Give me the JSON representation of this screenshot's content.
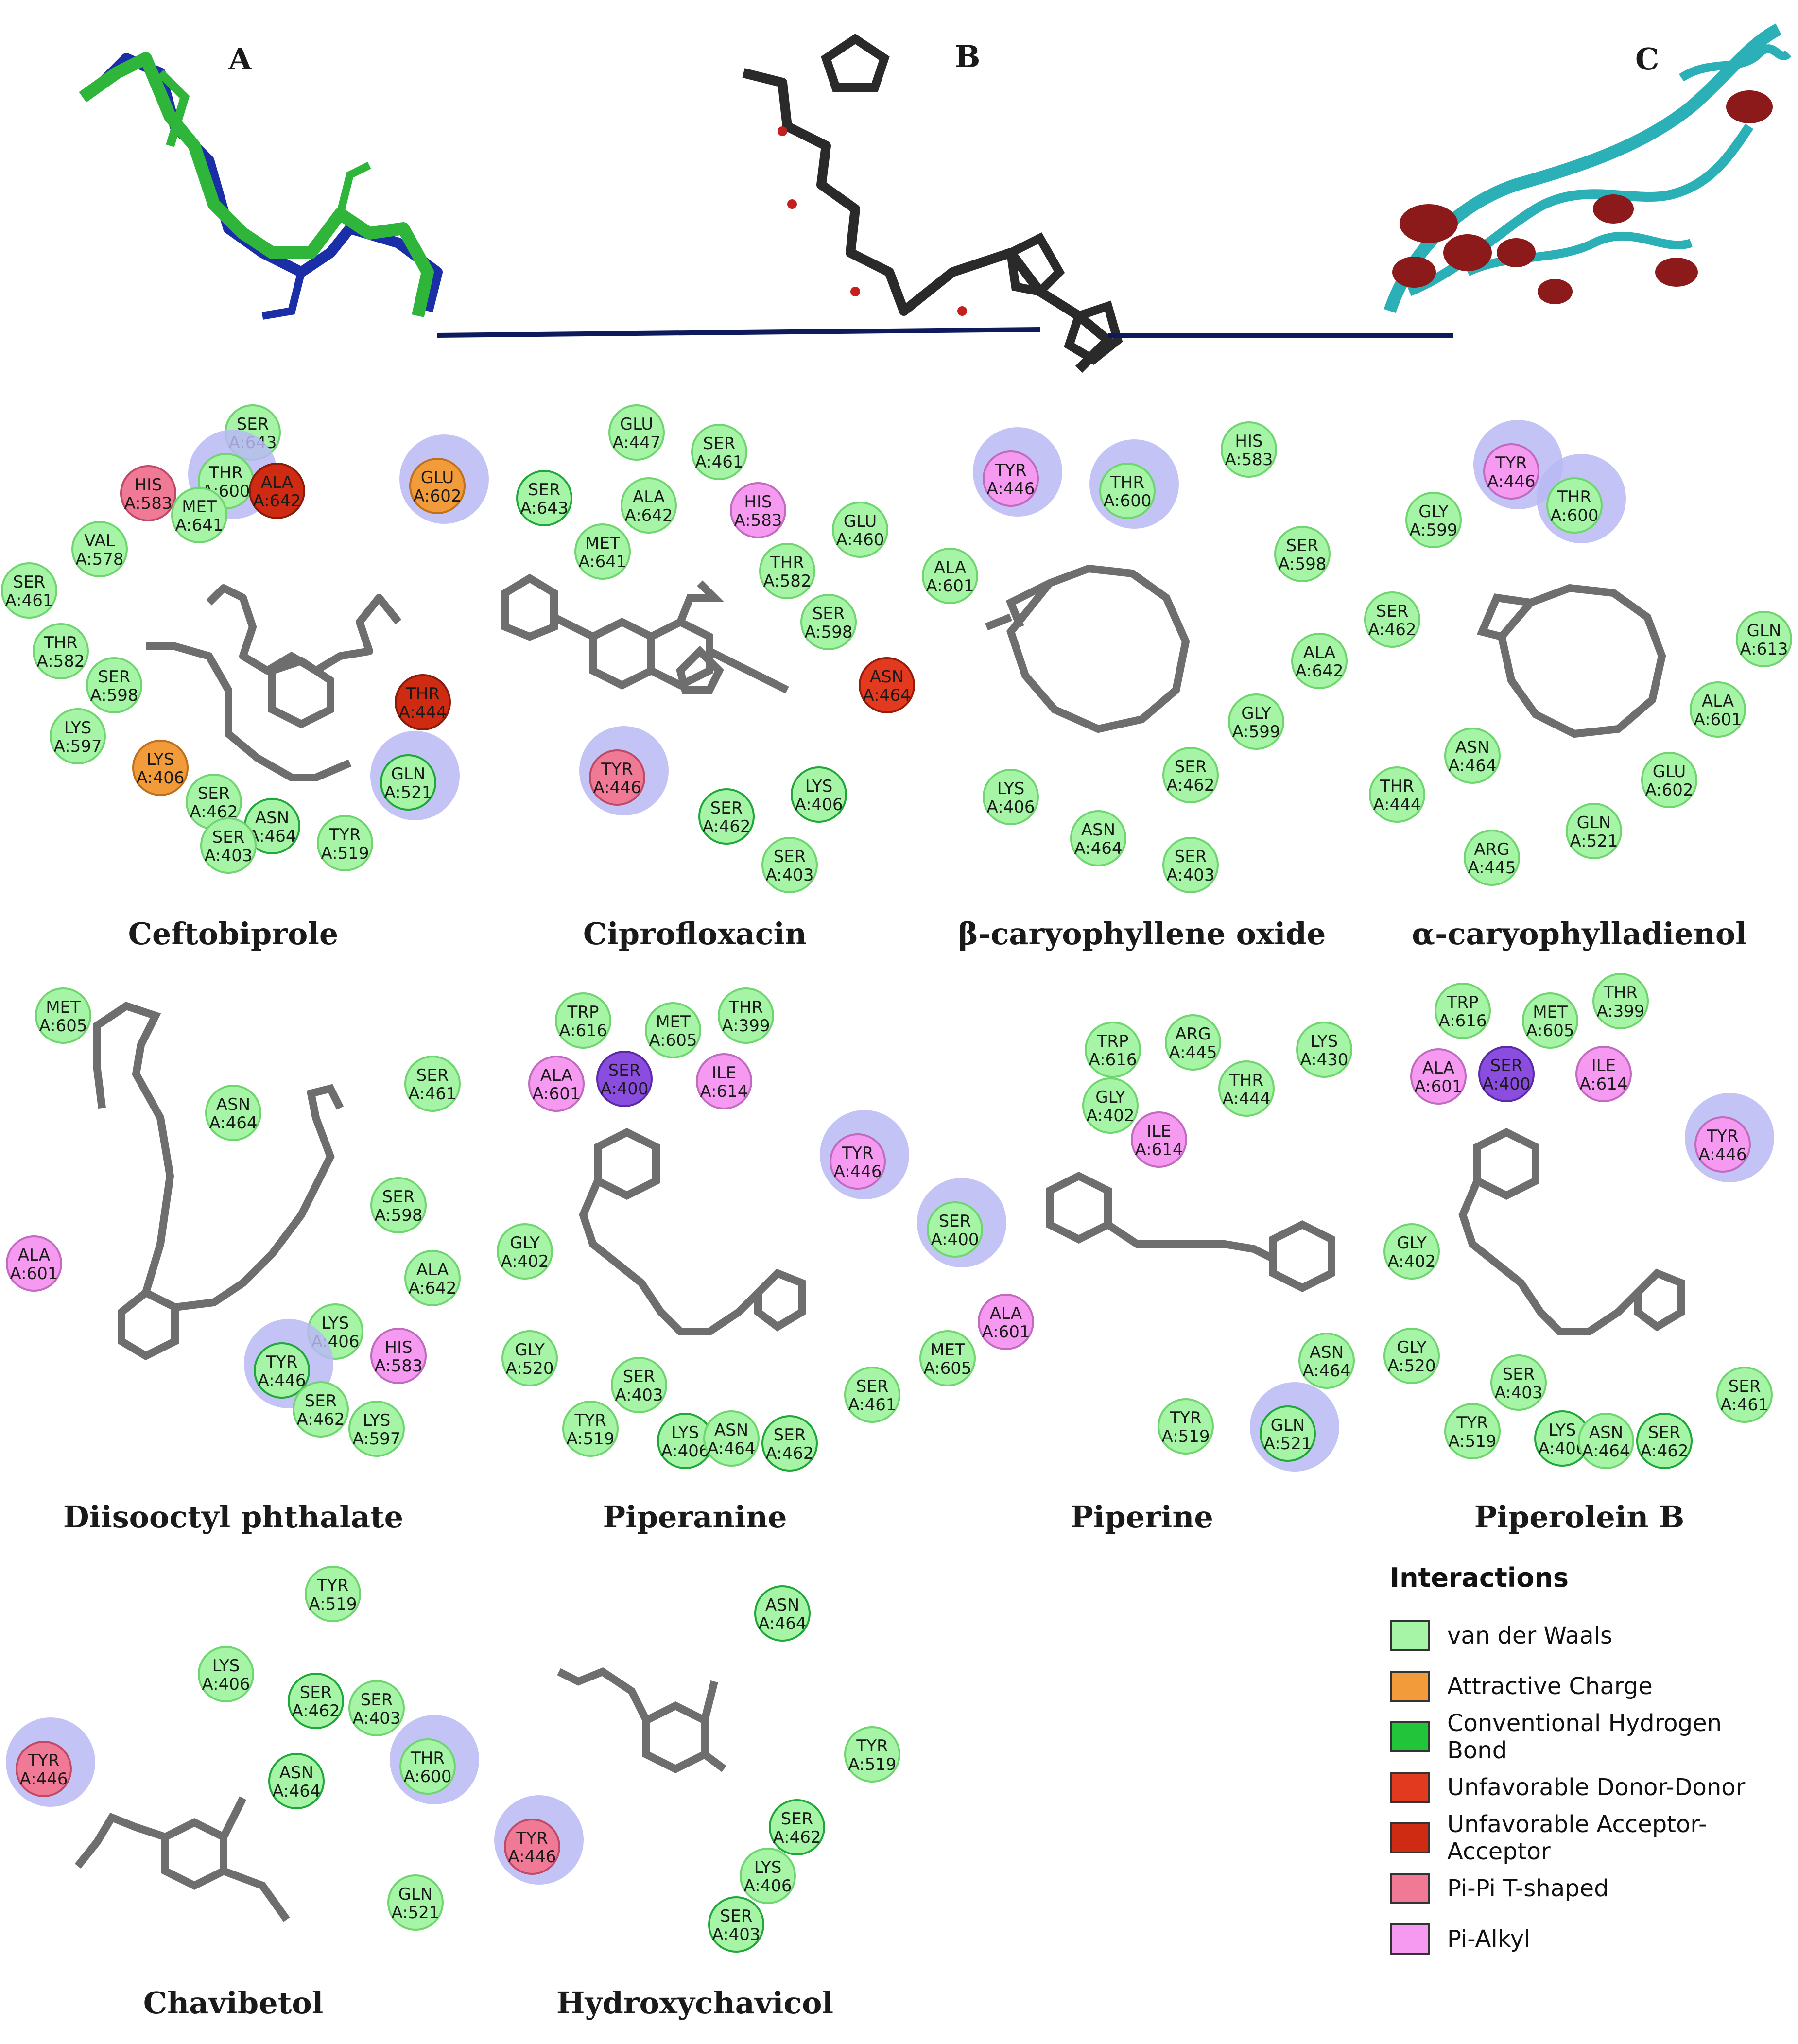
{
  "top_panels": {
    "a_label": "A",
    "b_label": "B",
    "c_label": "C"
  },
  "colors": {
    "van_der_waals": "#a6f5a6",
    "attractive_charge": "#f29b3a",
    "conventional_hbond": "#22c53a",
    "unfavorable_donor_donor": "#e23a1e",
    "unfavorable_acceptor_acceptor": "#cf2b12",
    "pi_pi_t_shaped": "#f07a96",
    "pi_alkyl": "#f59af0",
    "halo": "#b9b9f5",
    "atom_carbon": "#6e6e6e",
    "atom_oxygen": "#d42020",
    "atom_nitrogen": "#7a4dd8",
    "atom_fluorine": "#6ee0f0",
    "arrow": "#0d1a5c"
  },
  "ligands": [
    {
      "name": "Ceftobiprole",
      "residues": [
        {
          "label": [
            "SER",
            "A:643"
          ],
          "type": "vdw"
        },
        {
          "label": [
            "HIS",
            "A:583"
          ],
          "type": "pi_pi"
        },
        {
          "label": [
            "THR",
            "A:600"
          ],
          "type": "vdw",
          "halo": true
        },
        {
          "label": [
            "ALA",
            "A:642"
          ],
          "type": "unfav_aa"
        },
        {
          "label": [
            "MET",
            "A:641"
          ],
          "type": "vdw"
        },
        {
          "label": [
            "GLU",
            "A:602"
          ],
          "type": "charge",
          "halo": true
        },
        {
          "label": [
            "VAL",
            "A:578"
          ],
          "type": "vdw"
        },
        {
          "label": [
            "SER",
            "A:461"
          ],
          "type": "vdw"
        },
        {
          "label": [
            "THR",
            "A:582"
          ],
          "type": "vdw"
        },
        {
          "label": [
            "SER",
            "A:598"
          ],
          "type": "vdw"
        },
        {
          "label": [
            "LYS",
            "A:597"
          ],
          "type": "vdw"
        },
        {
          "label": [
            "THR",
            "A:444"
          ],
          "type": "unfav_aa"
        },
        {
          "label": [
            "LYS",
            "A:406"
          ],
          "type": "charge"
        },
        {
          "label": [
            "GLN",
            "A:521"
          ],
          "type": "hbond",
          "halo": true
        },
        {
          "label": [
            "SER",
            "A:462"
          ],
          "type": "vdw"
        },
        {
          "label": [
            "ASN",
            "A:464"
          ],
          "type": "hbond"
        },
        {
          "label": [
            "SER",
            "A:403"
          ],
          "type": "vdw"
        },
        {
          "label": [
            "TYR",
            "A:519"
          ],
          "type": "vdw"
        }
      ]
    },
    {
      "name": "Ciprofloxacin",
      "residues": [
        {
          "label": [
            "GLU",
            "A:447"
          ],
          "type": "vdw"
        },
        {
          "label": [
            "SER",
            "A:461"
          ],
          "type": "vdw"
        },
        {
          "label": [
            "SER",
            "A:643"
          ],
          "type": "hbond"
        },
        {
          "label": [
            "ALA",
            "A:642"
          ],
          "type": "vdw"
        },
        {
          "label": [
            "HIS",
            "A:583"
          ],
          "type": "pi_alkyl"
        },
        {
          "label": [
            "GLU",
            "A:460"
          ],
          "type": "vdw"
        },
        {
          "label": [
            "MET",
            "A:641"
          ],
          "type": "vdw"
        },
        {
          "label": [
            "THR",
            "A:582"
          ],
          "type": "vdw"
        },
        {
          "label": [
            "SER",
            "A:598"
          ],
          "type": "vdw"
        },
        {
          "label": [
            "ASN",
            "A:464"
          ],
          "type": "unfav_dd"
        },
        {
          "label": [
            "TYR",
            "A:446"
          ],
          "type": "pi_pi",
          "halo": true
        },
        {
          "label": [
            "SER",
            "A:462"
          ],
          "type": "hbond"
        },
        {
          "label": [
            "LYS",
            "A:406"
          ],
          "type": "hbond"
        },
        {
          "label": [
            "SER",
            "A:403"
          ],
          "type": "vdw"
        }
      ]
    },
    {
      "name": "β-caryophyllene oxide",
      "residues": [
        {
          "label": [
            "TYR",
            "A:446"
          ],
          "type": "pi_alkyl",
          "halo": true
        },
        {
          "label": [
            "THR",
            "A:600"
          ],
          "type": "vdw",
          "halo": true
        },
        {
          "label": [
            "HIS",
            "A:583"
          ],
          "type": "vdw"
        },
        {
          "label": [
            "SER",
            "A:598"
          ],
          "type": "vdw"
        },
        {
          "label": [
            "ALA",
            "A:601"
          ],
          "type": "vdw"
        },
        {
          "label": [
            "ALA",
            "A:642"
          ],
          "type": "vdw"
        },
        {
          "label": [
            "GLY",
            "A:599"
          ],
          "type": "vdw"
        },
        {
          "label": [
            "SER",
            "A:462"
          ],
          "type": "vdw"
        },
        {
          "label": [
            "LYS",
            "A:406"
          ],
          "type": "vdw"
        },
        {
          "label": [
            "ASN",
            "A:464"
          ],
          "type": "vdw"
        },
        {
          "label": [
            "SER",
            "A:403"
          ],
          "type": "vdw"
        }
      ]
    },
    {
      "name": "α-caryophylladienol",
      "residues": [
        {
          "label": [
            "TYR",
            "A:446"
          ],
          "type": "pi_alkyl",
          "halo": true
        },
        {
          "label": [
            "THR",
            "A:600"
          ],
          "type": "vdw",
          "halo": true
        },
        {
          "label": [
            "GLY",
            "A:599"
          ],
          "type": "vdw"
        },
        {
          "label": [
            "SER",
            "A:462"
          ],
          "type": "vdw"
        },
        {
          "label": [
            "GLN",
            "A:613"
          ],
          "type": "vdw"
        },
        {
          "label": [
            "ALA",
            "A:601"
          ],
          "type": "vdw"
        },
        {
          "label": [
            "ASN",
            "A:464"
          ],
          "type": "vdw"
        },
        {
          "label": [
            "THR",
            "A:444"
          ],
          "type": "vdw"
        },
        {
          "label": [
            "GLU",
            "A:602"
          ],
          "type": "vdw"
        },
        {
          "label": [
            "ARG",
            "A:445"
          ],
          "type": "vdw"
        },
        {
          "label": [
            "GLN",
            "A:521"
          ],
          "type": "vdw"
        }
      ]
    },
    {
      "name": "Diisooctyl phthalate",
      "residues": [
        {
          "label": [
            "MET",
            "A:605"
          ],
          "type": "vdw"
        },
        {
          "label": [
            "SER",
            "A:461"
          ],
          "type": "vdw"
        },
        {
          "label": [
            "ASN",
            "A:464"
          ],
          "type": "vdw"
        },
        {
          "label": [
            "SER",
            "A:598"
          ],
          "type": "vdw"
        },
        {
          "label": [
            "ALA",
            "A:642"
          ],
          "type": "vdw"
        },
        {
          "label": [
            "ALA",
            "A:601"
          ],
          "type": "pi_alkyl"
        },
        {
          "label": [
            "LYS",
            "A:406"
          ],
          "type": "vdw"
        },
        {
          "label": [
            "HIS",
            "A:583"
          ],
          "type": "pi_alkyl"
        },
        {
          "label": [
            "TYR",
            "A:446"
          ],
          "type": "hbond",
          "halo": true
        },
        {
          "label": [
            "SER",
            "A:462"
          ],
          "type": "vdw"
        },
        {
          "label": [
            "LYS",
            "A:597"
          ],
          "type": "vdw"
        }
      ]
    },
    {
      "name": "Piperanine",
      "residues": [
        {
          "label": [
            "TRP",
            "A:616"
          ],
          "type": "vdw"
        },
        {
          "label": [
            "MET",
            "A:605"
          ],
          "type": "vdw"
        },
        {
          "label": [
            "THR",
            "A:399"
          ],
          "type": "vdw"
        },
        {
          "label": [
            "ALA",
            "A:601"
          ],
          "type": "pi_alkyl"
        },
        {
          "label": [
            "SER",
            "A:400"
          ],
          "type": "pi_alkyl_purple"
        },
        {
          "label": [
            "ILE",
            "A:614"
          ],
          "type": "pi_alkyl"
        },
        {
          "label": [
            "TYR",
            "A:446"
          ],
          "type": "pi_alkyl",
          "halo": true
        },
        {
          "label": [
            "GLY",
            "A:402"
          ],
          "type": "vdw"
        },
        {
          "label": [
            "GLY",
            "A:520"
          ],
          "type": "vdw"
        },
        {
          "label": [
            "SER",
            "A:403"
          ],
          "type": "vdw"
        },
        {
          "label": [
            "SER",
            "A:461"
          ],
          "type": "vdw"
        },
        {
          "label": [
            "TYR",
            "A:519"
          ],
          "type": "vdw"
        },
        {
          "label": [
            "LYS",
            "A:406"
          ],
          "type": "hbond"
        },
        {
          "label": [
            "ASN",
            "A:464"
          ],
          "type": "vdw"
        },
        {
          "label": [
            "SER",
            "A:462"
          ],
          "type": "hbond"
        }
      ]
    },
    {
      "name": "Piperine",
      "residues": [
        {
          "label": [
            "TRP",
            "A:616"
          ],
          "type": "vdw"
        },
        {
          "label": [
            "ARG",
            "A:445"
          ],
          "type": "vdw"
        },
        {
          "label": [
            "LYS",
            "A:430"
          ],
          "type": "vdw"
        },
        {
          "label": [
            "GLY",
            "A:402"
          ],
          "type": "vdw"
        },
        {
          "label": [
            "THR",
            "A:444"
          ],
          "type": "vdw"
        },
        {
          "label": [
            "ILE",
            "A:614"
          ],
          "type": "pi_alkyl"
        },
        {
          "label": [
            "SER",
            "A:400"
          ],
          "type": "vdw",
          "halo": true
        },
        {
          "label": [
            "ALA",
            "A:601"
          ],
          "type": "pi_alkyl"
        },
        {
          "label": [
            "MET",
            "A:605"
          ],
          "type": "vdw"
        },
        {
          "label": [
            "ASN",
            "A:464"
          ],
          "type": "vdw"
        },
        {
          "label": [
            "TYR",
            "A:519"
          ],
          "type": "vdw"
        },
        {
          "label": [
            "GLN",
            "A:521"
          ],
          "type": "hbond",
          "halo": true
        }
      ]
    },
    {
      "name": "Piperolein B",
      "residues": [
        {
          "label": [
            "TRP",
            "A:616"
          ],
          "type": "vdw"
        },
        {
          "label": [
            "MET",
            "A:605"
          ],
          "type": "vdw"
        },
        {
          "label": [
            "THR",
            "A:399"
          ],
          "type": "vdw"
        },
        {
          "label": [
            "ALA",
            "A:601"
          ],
          "type": "pi_alkyl"
        },
        {
          "label": [
            "SER",
            "A:400"
          ],
          "type": "pi_alkyl_purple"
        },
        {
          "label": [
            "ILE",
            "A:614"
          ],
          "type": "pi_alkyl"
        },
        {
          "label": [
            "TYR",
            "A:446"
          ],
          "type": "pi_alkyl",
          "halo": true
        },
        {
          "label": [
            "GLY",
            "A:402"
          ],
          "type": "vdw"
        },
        {
          "label": [
            "GLY",
            "A:520"
          ],
          "type": "vdw"
        },
        {
          "label": [
            "SER",
            "A:403"
          ],
          "type": "vdw"
        },
        {
          "label": [
            "SER",
            "A:461"
          ],
          "type": "vdw"
        },
        {
          "label": [
            "TYR",
            "A:519"
          ],
          "type": "vdw"
        },
        {
          "label": [
            "LYS",
            "A:406"
          ],
          "type": "hbond"
        },
        {
          "label": [
            "ASN",
            "A:464"
          ],
          "type": "vdw"
        },
        {
          "label": [
            "SER",
            "A:462"
          ],
          "type": "hbond"
        }
      ]
    },
    {
      "name": "Chavibetol",
      "residues": [
        {
          "label": [
            "TYR",
            "A:519"
          ],
          "type": "vdw"
        },
        {
          "label": [
            "LYS",
            "A:406"
          ],
          "type": "vdw"
        },
        {
          "label": [
            "SER",
            "A:462"
          ],
          "type": "hbond"
        },
        {
          "label": [
            "SER",
            "A:403"
          ],
          "type": "vdw"
        },
        {
          "label": [
            "TYR",
            "A:446"
          ],
          "type": "pi_pi",
          "halo": true
        },
        {
          "label": [
            "THR",
            "A:600"
          ],
          "type": "vdw",
          "halo": true
        },
        {
          "label": [
            "ASN",
            "A:464"
          ],
          "type": "hbond"
        },
        {
          "label": [
            "GLN",
            "A:521"
          ],
          "type": "vdw"
        }
      ]
    },
    {
      "name": "Hydroxychavicol",
      "residues": [
        {
          "label": [
            "ASN",
            "A:464"
          ],
          "type": "hbond"
        },
        {
          "label": [
            "TYR",
            "A:519"
          ],
          "type": "vdw"
        },
        {
          "label": [
            "TYR",
            "A:446"
          ],
          "type": "pi_pi",
          "halo": true
        },
        {
          "label": [
            "SER",
            "A:462"
          ],
          "type": "hbond"
        },
        {
          "label": [
            "LYS",
            "A:406"
          ],
          "type": "vdw"
        },
        {
          "label": [
            "SER",
            "A:403"
          ],
          "type": "hbond"
        }
      ]
    }
  ],
  "legend": {
    "title": "Interactions",
    "items": [
      {
        "label": "van der Waals",
        "color": "#a6f5a6"
      },
      {
        "label": "Attractive Charge",
        "color": "#f29b3a"
      },
      {
        "label": "Conventional Hydrogen Bond",
        "color": "#22c53a"
      },
      {
        "label": "Unfavorable Donor-Donor",
        "color": "#e23a1e"
      },
      {
        "label": "Unfavorable Acceptor-Acceptor",
        "color": "#cf2b12"
      },
      {
        "label": "Pi-Pi T-shaped",
        "color": "#f07a96"
      },
      {
        "label": "Pi-Alkyl",
        "color": "#f59af0"
      }
    ]
  }
}
